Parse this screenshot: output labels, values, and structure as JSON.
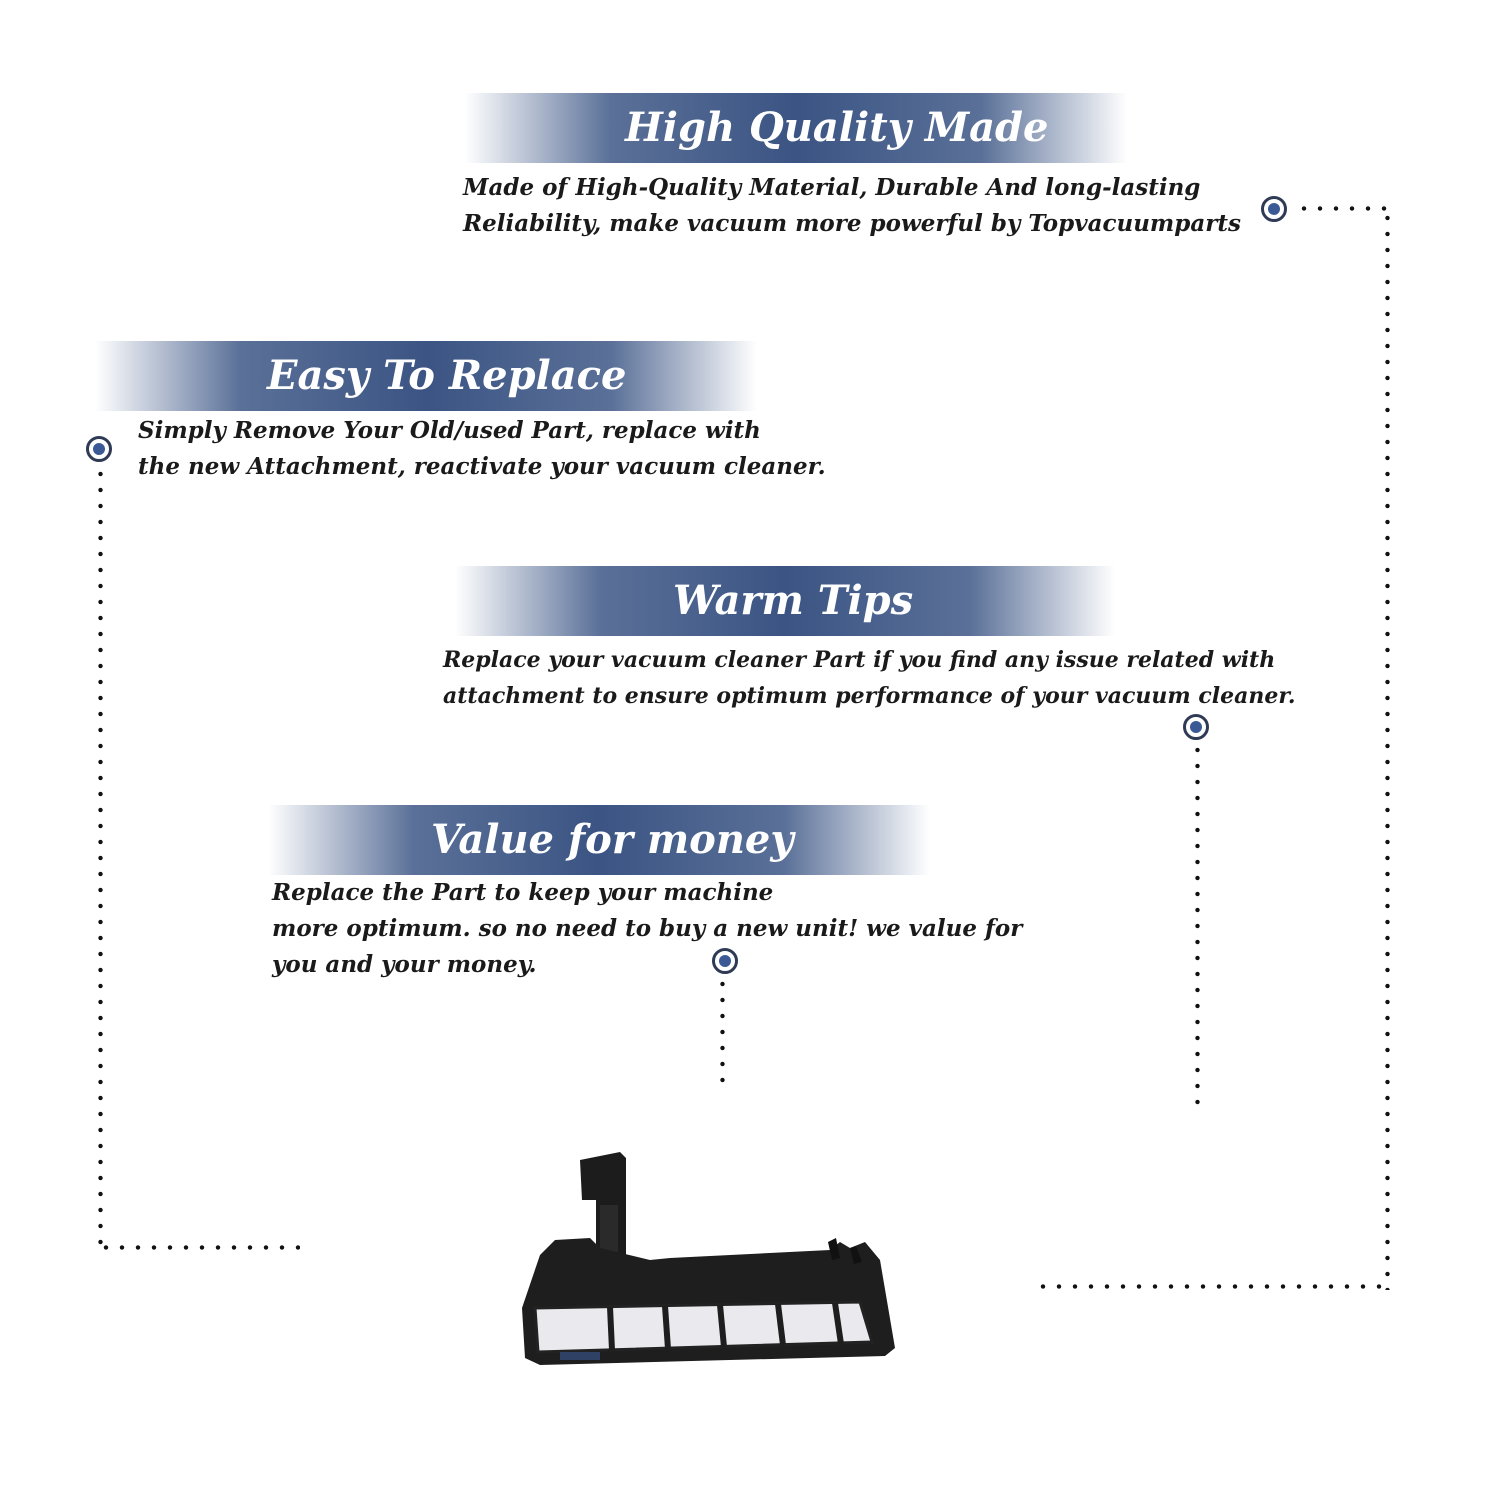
{
  "sections": [
    {
      "title": "High Quality Made",
      "lines": [
        "Made of  High-Quality Material, Durable And long-lasting",
        "Reliability, make vacuum more powerful by Topvacuumparts"
      ]
    },
    {
      "title": "Easy To Replace",
      "lines": [
        "Simply Remove Your Old/used Part, replace with",
        "the new Attachment, reactivate your vacuum cleaner."
      ]
    },
    {
      "title": "Warm Tips",
      "lines": [
        "Replace your vacuum cleaner Part if you find any issue related with",
        " attachment to ensure optimum performance of your vacuum cleaner."
      ]
    },
    {
      "title": "Value for money",
      "lines": [
        "Replace the Part to keep your machine",
        "more optimum. so no need to buy a new unit! we value for",
        "you and your money."
      ]
    }
  ],
  "colors": {
    "banner": "#3b5483",
    "marker_ring": "#2f3a55",
    "marker_dot": "#3b5a95",
    "dotted_line": "#111111"
  },
  "product_image": "vacuum-filter-attachment"
}
